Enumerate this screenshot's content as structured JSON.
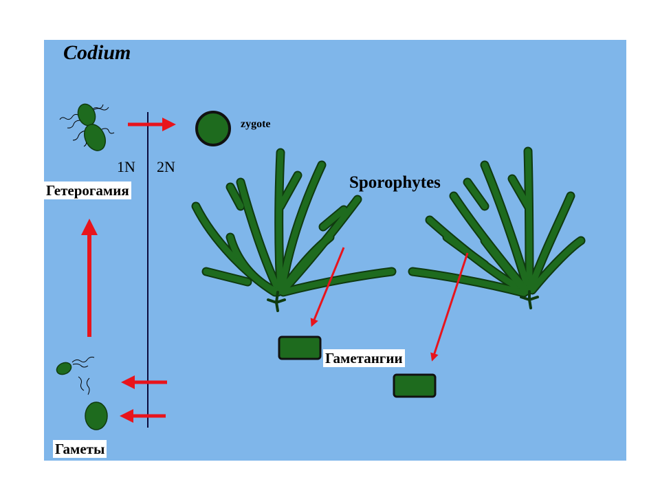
{
  "title": "Codium",
  "labels": {
    "zygote": "zygote",
    "haploid": "1N",
    "diploid": "2N",
    "sporophytes": "Sporophytes",
    "heterogamy": "Гетерогамия",
    "gametangia": "Гаметангии",
    "gametes": "Гаметы"
  },
  "colors": {
    "background": "#7fb6ea",
    "organism": "#1e6b1e",
    "arrow": "#e8141c",
    "divider": "#0a0a3c"
  }
}
